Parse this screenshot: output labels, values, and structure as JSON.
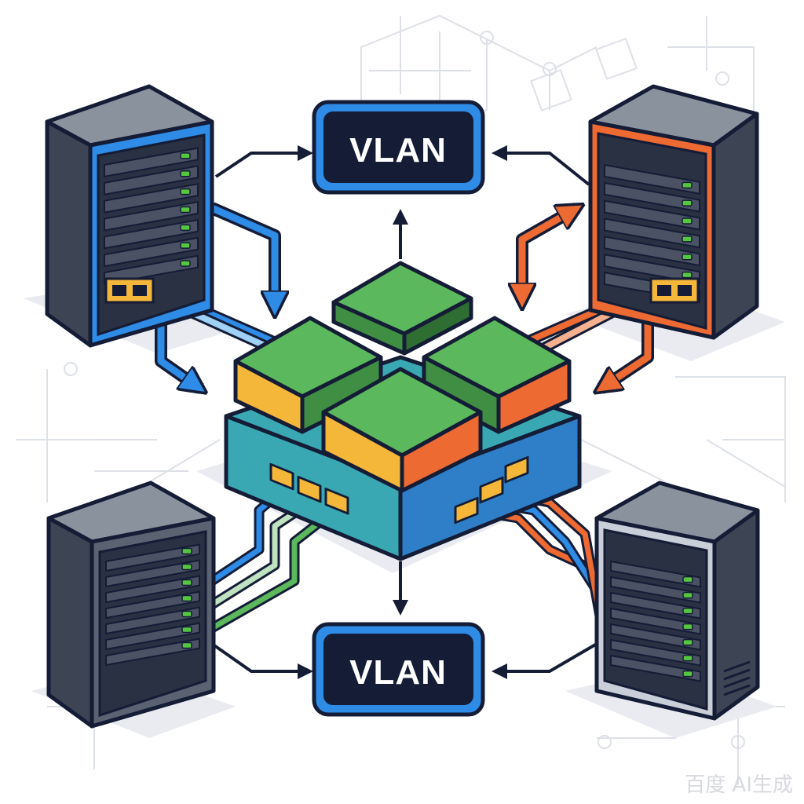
{
  "diagram": {
    "top_box_label": "VLAN",
    "bottom_box_label": "VLAN",
    "watermark": "百度 AI生成"
  },
  "colors": {
    "navy": "#141c36",
    "blue": "#2e8be6",
    "orange": "#ee6a33",
    "green": "#5cb85c",
    "yellow": "#f4b73a",
    "teal": "#3aa8b3",
    "server_gray": "#5b6372",
    "led_green": "#57c63f"
  },
  "icons": {
    "server": "server-rack-icon",
    "switch": "network-switch-icon",
    "port": "ethernet-port-icon"
  }
}
